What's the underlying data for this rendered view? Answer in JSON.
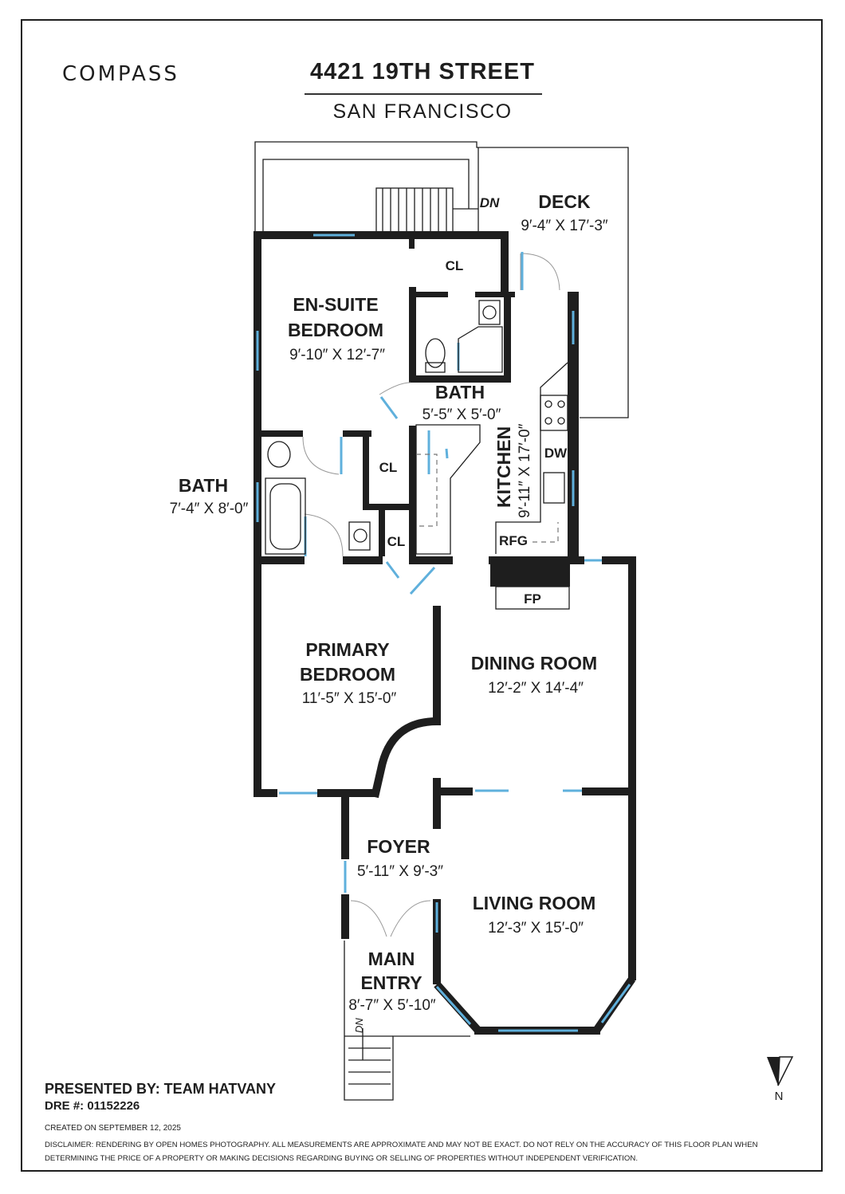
{
  "header": {
    "logo": "COMPASS",
    "address": "4421 19TH STREET",
    "city": "SAN FRANCISCO"
  },
  "rooms": {
    "deck": {
      "name": "DECK",
      "dims": "9′-4″ X 17′-3″"
    },
    "ensuite": {
      "name_line1": "EN-SUITE",
      "name_line2": "BEDROOM",
      "dims": "9′-10″ X 12′-7″"
    },
    "bath_ensuite": {
      "name": "BATH",
      "dims": "5′-5″ X 5′-0″"
    },
    "bath_hall": {
      "name": "BATH",
      "dims": "7′-4″ X 8′-0″"
    },
    "kitchen": {
      "name": "KITCHEN",
      "dims": "9′-11″ X 17′-0″"
    },
    "primary": {
      "name_line1": "PRIMARY",
      "name_line2": "BEDROOM",
      "dims": "11′-5″ X 15′-0″"
    },
    "dining": {
      "name": "DINING ROOM",
      "dims": "12′-2″ X 14′-4″"
    },
    "foyer": {
      "name": "FOYER",
      "dims": "5′-11″ X 9′-3″"
    },
    "living": {
      "name": "LIVING ROOM",
      "dims": "12′-3″ X 15′-0″"
    },
    "entry": {
      "name_line1": "MAIN",
      "name_line2": "ENTRY",
      "dims": "8′-7″ X 5′-10″"
    }
  },
  "fixtures": {
    "closet": "CL",
    "dishwasher": "DW",
    "refrigerator": "RFG",
    "fireplace": "FP",
    "stairs_down": "DN",
    "north": "N"
  },
  "footer": {
    "presented_by": "PRESENTED BY: TEAM HATVANY",
    "dre": "DRE #: 01152226",
    "created": "CREATED ON SEPTEMBER 12, 2025",
    "disclaimer": "DISCLAIMER: RENDERING BY OPEN HOMES PHOTOGRAPHY. ALL MEASUREMENTS ARE APPROXIMATE AND MAY NOT BE EXACT. DO NOT RELY ON THE ACCURACY OF THIS FLOOR PLAN WHEN DETERMINING THE PRICE OF A PROPERTY OR MAKING DECISIONS REGARDING BUYING OR SELLING OF PROPERTIES WITHOUT INDEPENDENT VERIFICATION."
  },
  "colors": {
    "wall": "#1e1e1e",
    "window": "#5fb0dc"
  }
}
